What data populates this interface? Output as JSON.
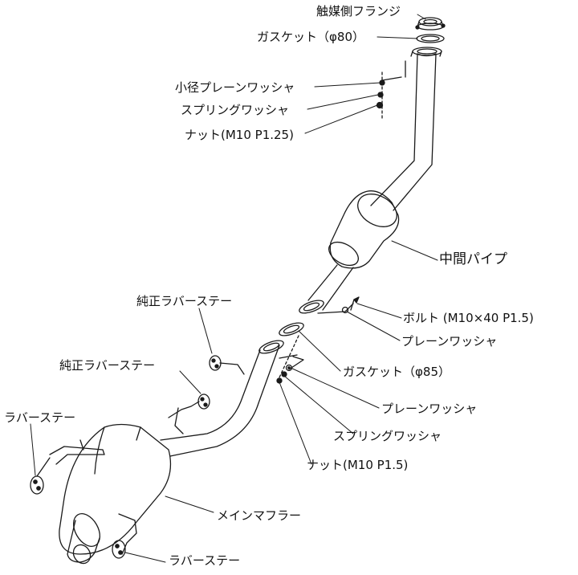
{
  "labels": {
    "catalyst_flange": "触媒側フランジ",
    "gasket_80": "ガスケット（φ80）",
    "small_plain_washer": "小径プレーンワッシャ",
    "spring_washer_top": "スプリングワッシャ",
    "nut_m10_p125": "ナット(M10 P1.25)",
    "center_pipe": "中間パイプ",
    "bolt": "ボルト (M10×40 P1.5)",
    "plain_washer_top": "プレーンワッシャ",
    "gasket_85": "ガスケット（φ85）",
    "plain_washer_bottom": "プレーンワッシャ",
    "spring_washer_bottom": "スプリングワッシャ",
    "nut_m10_p15": "ナット(M10 P1.5)",
    "oem_rubber_stay_upper": "純正ラバーステー",
    "oem_rubber_stay_lower": "純正ラバーステー",
    "rubber_stay_left": "ラバーステー",
    "main_muffler": "メインマフラー",
    "rubber_stay_bottom": "ラバーステー"
  },
  "colors": {
    "line": "#1a1a1a",
    "background": "#ffffff"
  }
}
